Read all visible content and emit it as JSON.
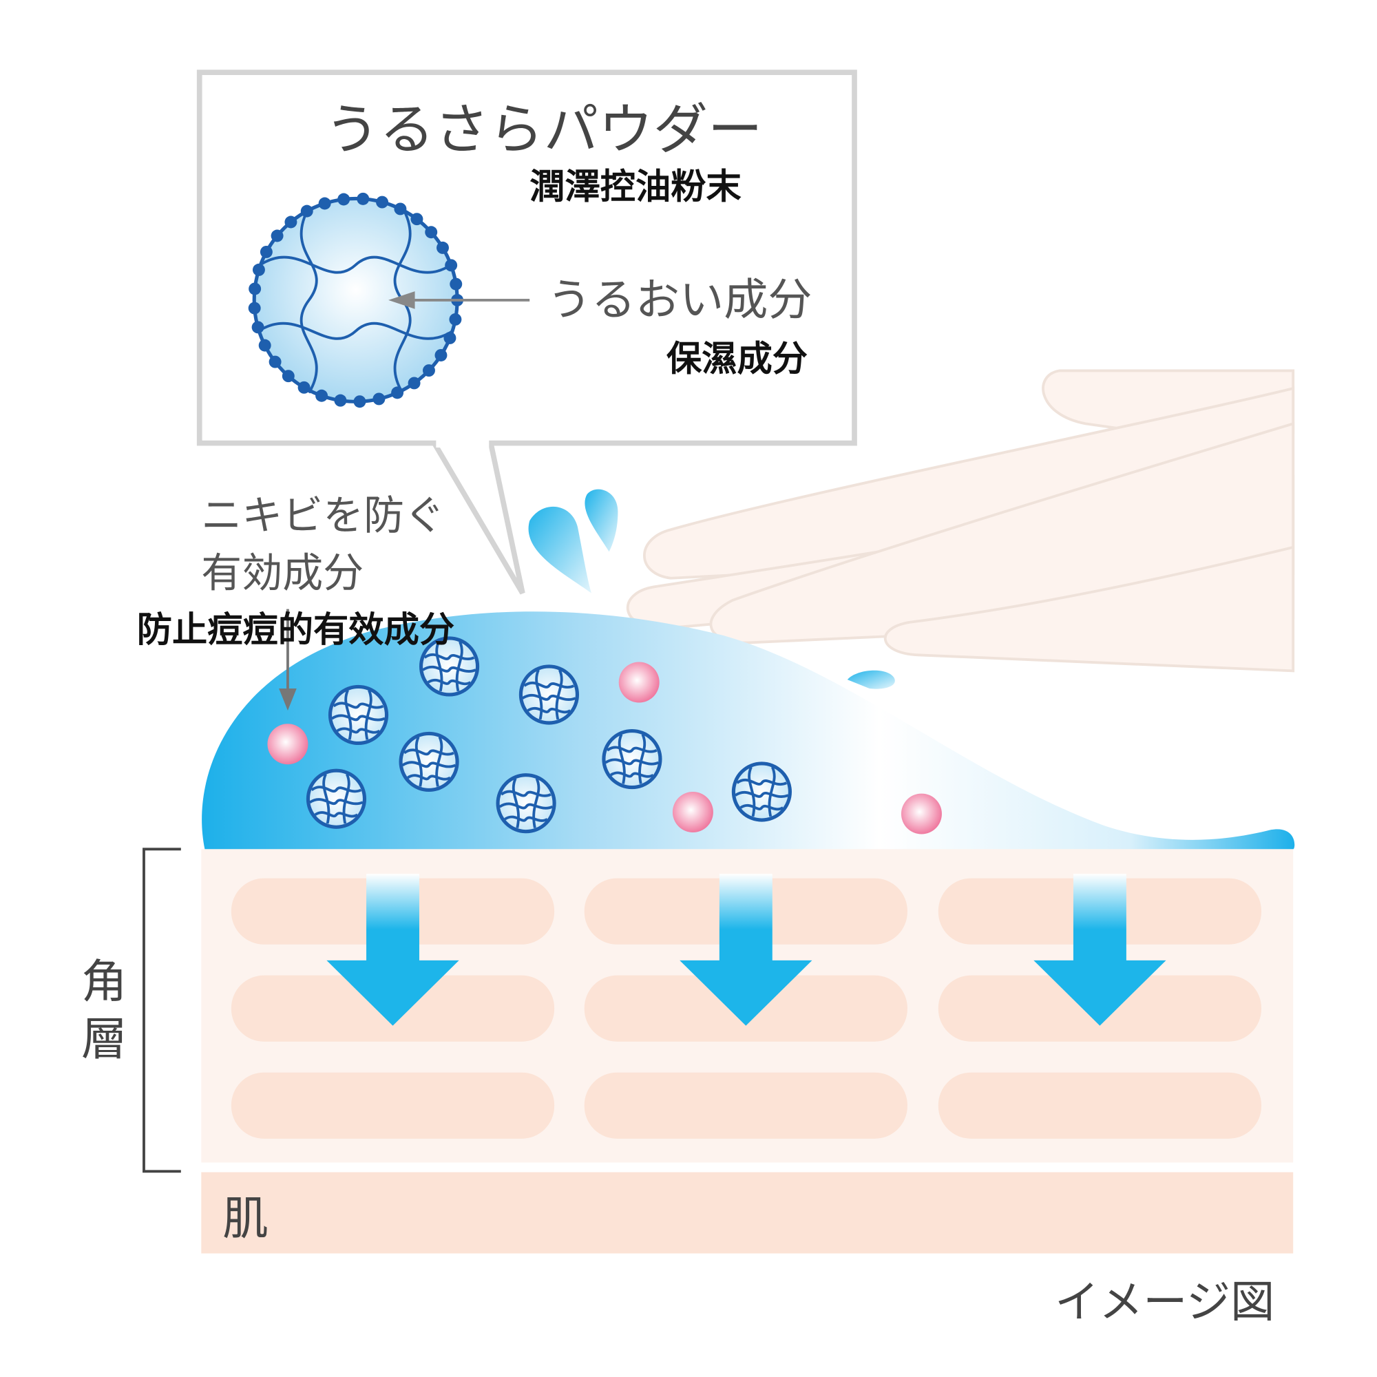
{
  "callout": {
    "title": "うるさらパウダー",
    "title_translation": "潤澤控油粉末",
    "ingredient_label": "うるおい成分",
    "ingredient_translation": "保濕成分"
  },
  "acne_label": {
    "line1": "ニキビを防ぐ",
    "line2": "有効成分",
    "translation": "防止痘痘的有效成分"
  },
  "layers": {
    "stratum_corneum_1": "角",
    "stratum_corneum_2": "層",
    "skin": "肌"
  },
  "caption": "イメージ図",
  "colors": {
    "powder_blue": "#1e5fae",
    "liquid_blue": "#1fb3ea",
    "pink": "#f07aa0",
    "skin_cell": "#fce3d6",
    "skin_bg": "#fdf3ee"
  }
}
